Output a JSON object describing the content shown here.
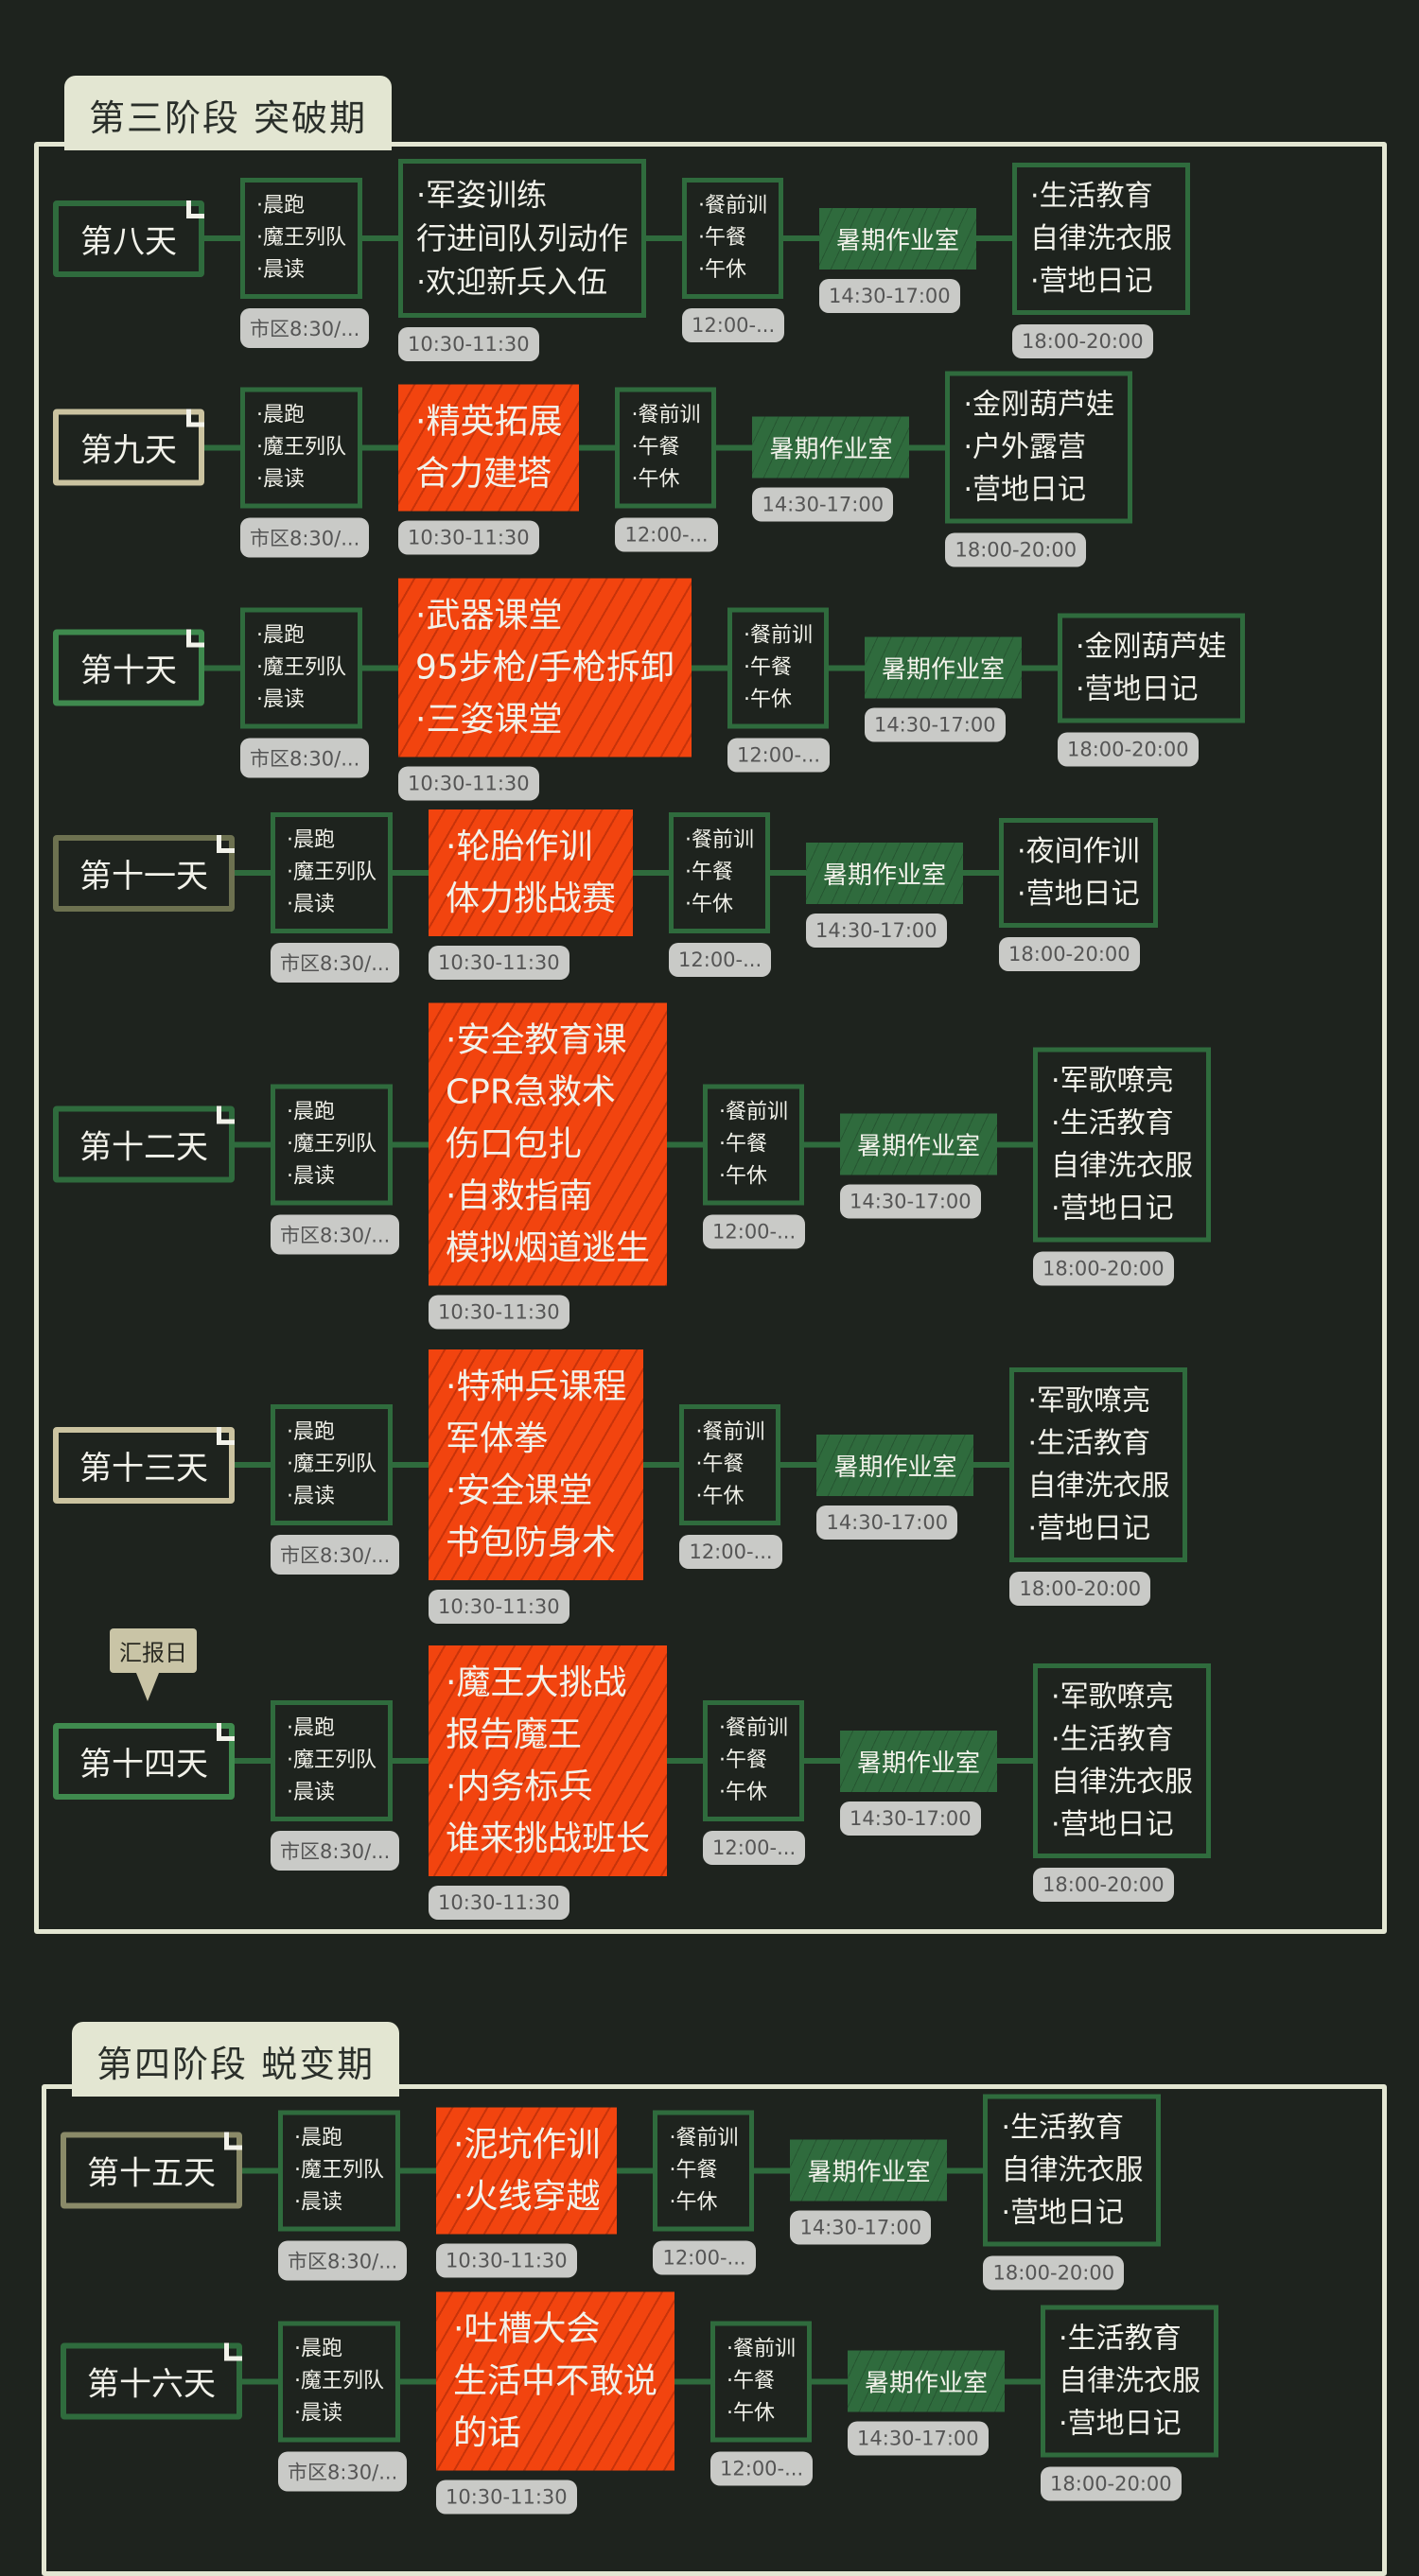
{
  "phases": [
    {
      "title": "第三阶段 突破期"
    },
    {
      "title": "第四阶段 蜕变期"
    }
  ],
  "colors": {
    "background": "#1e231e",
    "green": "#2f6b3d",
    "orange": "#f2440f",
    "beige": "#e3e6d2",
    "tag": "#c9cac7"
  },
  "days": [
    {
      "label": "第八天",
      "border": "#2f6b3d",
      "morning": [
        "·晨跑",
        "·魔王列队",
        "·晨读"
      ],
      "morning_time": "市区8:30/...",
      "activity": [
        "·军姿训练",
        "行进间队列动作",
        "·欢迎新兵入伍"
      ],
      "activity_highlight": false,
      "activity_time": "10:30-11:30",
      "lunch": [
        "·餐前训",
        "·午餐",
        "·午休"
      ],
      "lunch_time": "12:00-...",
      "study": "暑期作业室",
      "study_time": "14:30-17:00",
      "evening": [
        "·生活教育",
        "自律洗衣服",
        "·营地日记"
      ],
      "evening_time": "18:00-20:00"
    },
    {
      "label": "第九天",
      "border": "#cbc3a0",
      "morning": [
        "·晨跑",
        "·魔王列队",
        "·晨读"
      ],
      "morning_time": "市区8:30/...",
      "activity": [
        "·精英拓展",
        "合力建塔"
      ],
      "activity_highlight": true,
      "activity_time": "10:30-11:30",
      "lunch": [
        "·餐前训",
        "·午餐",
        "·午休"
      ],
      "lunch_time": "12:00-...",
      "study": "暑期作业室",
      "study_time": "14:30-17:00",
      "evening": [
        "·金刚葫芦娃",
        "·户外露营",
        "·营地日记"
      ],
      "evening_time": "18:00-20:00"
    },
    {
      "label": "第十天",
      "border": "#3f8a4e",
      "morning": [
        "·晨跑",
        "·魔王列队",
        "·晨读"
      ],
      "morning_time": "市区8:30/...",
      "activity": [
        "·武器课堂",
        "95步枪/手枪拆卸",
        "·三姿课堂"
      ],
      "activity_highlight": true,
      "activity_time": "10:30-11:30",
      "lunch": [
        "·餐前训",
        "·午餐",
        "·午休"
      ],
      "lunch_time": "12:00-...",
      "study": "暑期作业室",
      "study_time": "14:30-17:00",
      "evening": [
        "·金刚葫芦娃",
        "·营地日记"
      ],
      "evening_time": "18:00-20:00"
    },
    {
      "label": "第十一天",
      "border": "#6d7150",
      "morning": [
        "·晨跑",
        "·魔王列队",
        "·晨读"
      ],
      "morning_time": "市区8:30/...",
      "activity": [
        "·轮胎作训",
        "体力挑战赛"
      ],
      "activity_highlight": true,
      "activity_time": "10:30-11:30",
      "lunch": [
        "·餐前训",
        "·午餐",
        "·午休"
      ],
      "lunch_time": "12:00-...",
      "study": "暑期作业室",
      "study_time": "14:30-17:00",
      "evening": [
        "·夜间作训",
        "·营地日记"
      ],
      "evening_time": "18:00-20:00"
    },
    {
      "label": "第十二天",
      "border": "#2f6b3d",
      "morning": [
        "·晨跑",
        "·魔王列队",
        "·晨读"
      ],
      "morning_time": "市区8:30/...",
      "activity": [
        "·安全教育课",
        "CPR急救术",
        "伤口包扎",
        "·自救指南",
        "模拟烟道逃生"
      ],
      "activity_highlight": true,
      "activity_time": "10:30-11:30",
      "lunch": [
        "·餐前训",
        "·午餐",
        "·午休"
      ],
      "lunch_time": "12:00-...",
      "study": "暑期作业室",
      "study_time": "14:30-17:00",
      "evening": [
        "·军歌嘹亮",
        "·生活教育",
        "自律洗衣服",
        "·营地日记"
      ],
      "evening_time": "18:00-20:00"
    },
    {
      "label": "第十三天",
      "border": "#cbc3a0",
      "morning": [
        "·晨跑",
        "·魔王列队",
        "·晨读"
      ],
      "morning_time": "市区8:30/...",
      "activity": [
        "·特种兵课程",
        "军体拳",
        "·安全课堂",
        "书包防身术"
      ],
      "activity_highlight": true,
      "activity_time": "10:30-11:30",
      "lunch": [
        "·餐前训",
        "·午餐",
        "·午休"
      ],
      "lunch_time": "12:00-...",
      "study": "暑期作业室",
      "study_time": "14:30-17:00",
      "evening": [
        "·军歌嘹亮",
        "·生活教育",
        "自律洗衣服",
        "·营地日记"
      ],
      "evening_time": "18:00-20:00"
    },
    {
      "label": "第十四天",
      "callout": "汇报日",
      "border": "#3f8a4e",
      "morning": [
        "·晨跑",
        "·魔王列队",
        "·晨读"
      ],
      "morning_time": "市区8:30/...",
      "activity": [
        "·魔王大挑战",
        "报告魔王",
        "·内务标兵",
        "谁来挑战班长"
      ],
      "activity_highlight": true,
      "activity_time": "10:30-11:30",
      "lunch": [
        "·餐前训",
        "·午餐",
        "·午休"
      ],
      "lunch_time": "12:00-...",
      "study": "暑期作业室",
      "study_time": "14:30-17:00",
      "evening": [
        "·军歌嘹亮",
        "·生活教育",
        "自律洗衣服",
        "·营地日记"
      ],
      "evening_time": "18:00-20:00"
    },
    {
      "label": "第十五天",
      "border": "#8a8a68",
      "morning": [
        "·晨跑",
        "·魔王列队",
        "·晨读"
      ],
      "morning_time": "市区8:30/...",
      "activity": [
        "·泥坑作训",
        "·火线穿越"
      ],
      "activity_highlight": true,
      "activity_time": "10:30-11:30",
      "lunch": [
        "·餐前训",
        "·午餐",
        "·午休"
      ],
      "lunch_time": "12:00-...",
      "study": "暑期作业室",
      "study_time": "14:30-17:00",
      "evening": [
        "·生活教育",
        "自律洗衣服",
        "·营地日记"
      ],
      "evening_time": "18:00-20:00"
    },
    {
      "label": "第十六天",
      "border": "#2f6b3d",
      "morning": [
        "·晨跑",
        "·魔王列队",
        "·晨读"
      ],
      "morning_time": "市区8:30/...",
      "activity": [
        "·吐槽大会",
        "生活中不敢说",
        "的话"
      ],
      "activity_highlight": true,
      "activity_time": "10:30-11:30",
      "lunch": [
        "·餐前训",
        "·午餐",
        "·午休"
      ],
      "lunch_time": "12:00-...",
      "study": "暑期作业室",
      "study_time": "14:30-17:00",
      "evening": [
        "·生活教育",
        "自律洗衣服",
        "·营地日记"
      ],
      "evening_time": "18:00-20:00"
    }
  ]
}
